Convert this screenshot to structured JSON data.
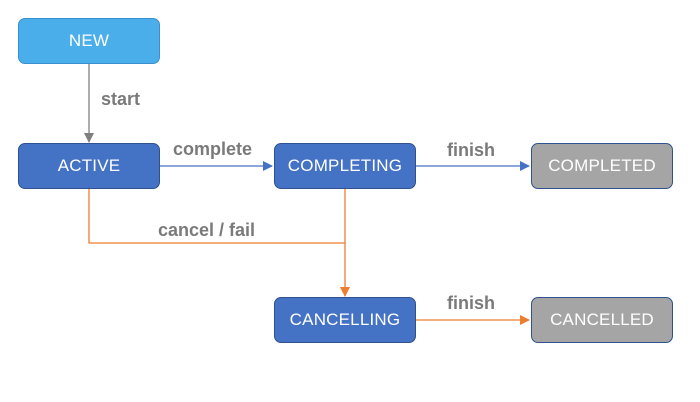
{
  "states": {
    "new": {
      "label": "NEW"
    },
    "active": {
      "label": "ACTIVE"
    },
    "completing": {
      "label": "COMPLETING"
    },
    "completed": {
      "label": "COMPLETED"
    },
    "cancelling": {
      "label": "CANCELLING"
    },
    "cancelled": {
      "label": "CANCELLED"
    }
  },
  "transitions": {
    "start": {
      "label": "start"
    },
    "complete": {
      "label": "complete"
    },
    "finish_completed": {
      "label": "finish"
    },
    "cancel_fail": {
      "label": "cancel / fail"
    },
    "finish_cancelled": {
      "label": "finish"
    }
  },
  "colors": {
    "new_fill": "#4aaeea",
    "active_fill": "#4472c4",
    "terminal_fill": "#a5a5a5",
    "blue_edge": "#4472c4",
    "orange_edge": "#ed7d31",
    "gray_edge": "#7f7f7f"
  }
}
